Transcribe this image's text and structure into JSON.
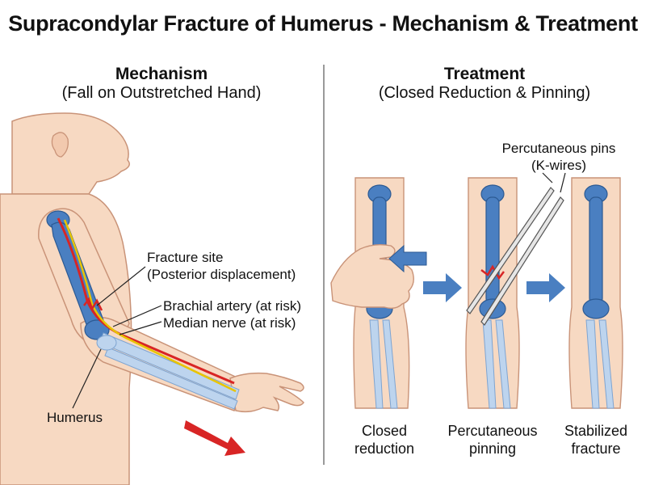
{
  "title": "Supracondylar Fracture of Humerus - Mechanism & Treatment",
  "mechanism": {
    "heading": "Mechanism",
    "subheading": "(Fall on Outstretched Hand)",
    "labels": {
      "fracture_site_1": "Fracture site",
      "fracture_site_2": "(Posterior displacement)",
      "brachial_artery": "Brachial artery (at risk)",
      "median_nerve": "Median nerve (at risk)",
      "humerus": "Humerus"
    }
  },
  "treatment": {
    "heading": "Treatment",
    "subheading": "(Closed Reduction & Pinning)",
    "pins_label_1": "Percutaneous pins",
    "pins_label_2": "(K-wires)",
    "steps": [
      {
        "line1": "Closed",
        "line2": "reduction"
      },
      {
        "line1": "Percutaneous",
        "line2": "pinning"
      },
      {
        "line1": "Stabilized",
        "line2": "fracture"
      }
    ]
  },
  "colors": {
    "skin": "#f7d9c2",
    "skin_outline": "#c99378",
    "bone": "#4a7fc1",
    "bone_light": "#bdd4ee",
    "artery": "#d82525",
    "nerve": "#e8c400",
    "arrow_blue": "#4a7fc1",
    "arrow_red": "#d82525"
  }
}
